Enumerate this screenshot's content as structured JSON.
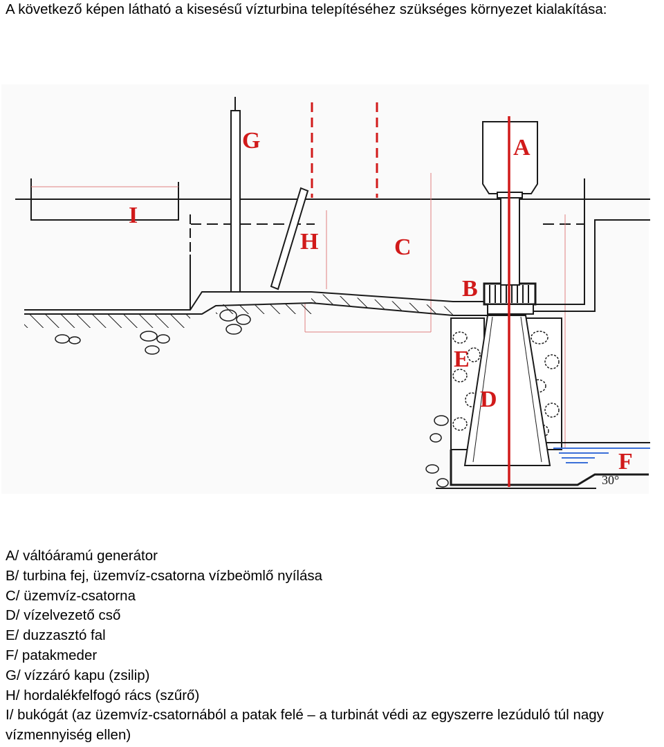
{
  "intro_text": "A következő képen látható a kisesésű vízturbina telepítéséhez szükséges környezet kialakítása:",
  "diagram": {
    "labels": {
      "A": "A",
      "B": "B",
      "C": "C",
      "D": "D",
      "E": "E",
      "F": "F",
      "G": "G",
      "H": "H",
      "I": "I"
    },
    "angle_label": "30°",
    "colors": {
      "structure": "#1a1a1a",
      "annotation_red": "#d11a1a",
      "thin_red": "#e08080",
      "water_blue": "#3a6fd8"
    }
  },
  "legend": [
    "A/ váltóáramú generátor",
    "B/ turbina fej, üzemvíz-csatorna vízbeömlő nyílása",
    "C/ üzemvíz-csatorna",
    "D/ vízelvezető cső",
    "E/ duzzasztó fal",
    "F/ patakmeder",
    "G/ vízzáró kapu (zsilip)",
    "H/ hordalékfelfogó rács (szűrő)",
    "I/ bukógát (az üzemvíz-csatornából a patak felé – a turbinát védi az egyszerre lezúduló túl nagy vízmennyiség ellen)"
  ]
}
